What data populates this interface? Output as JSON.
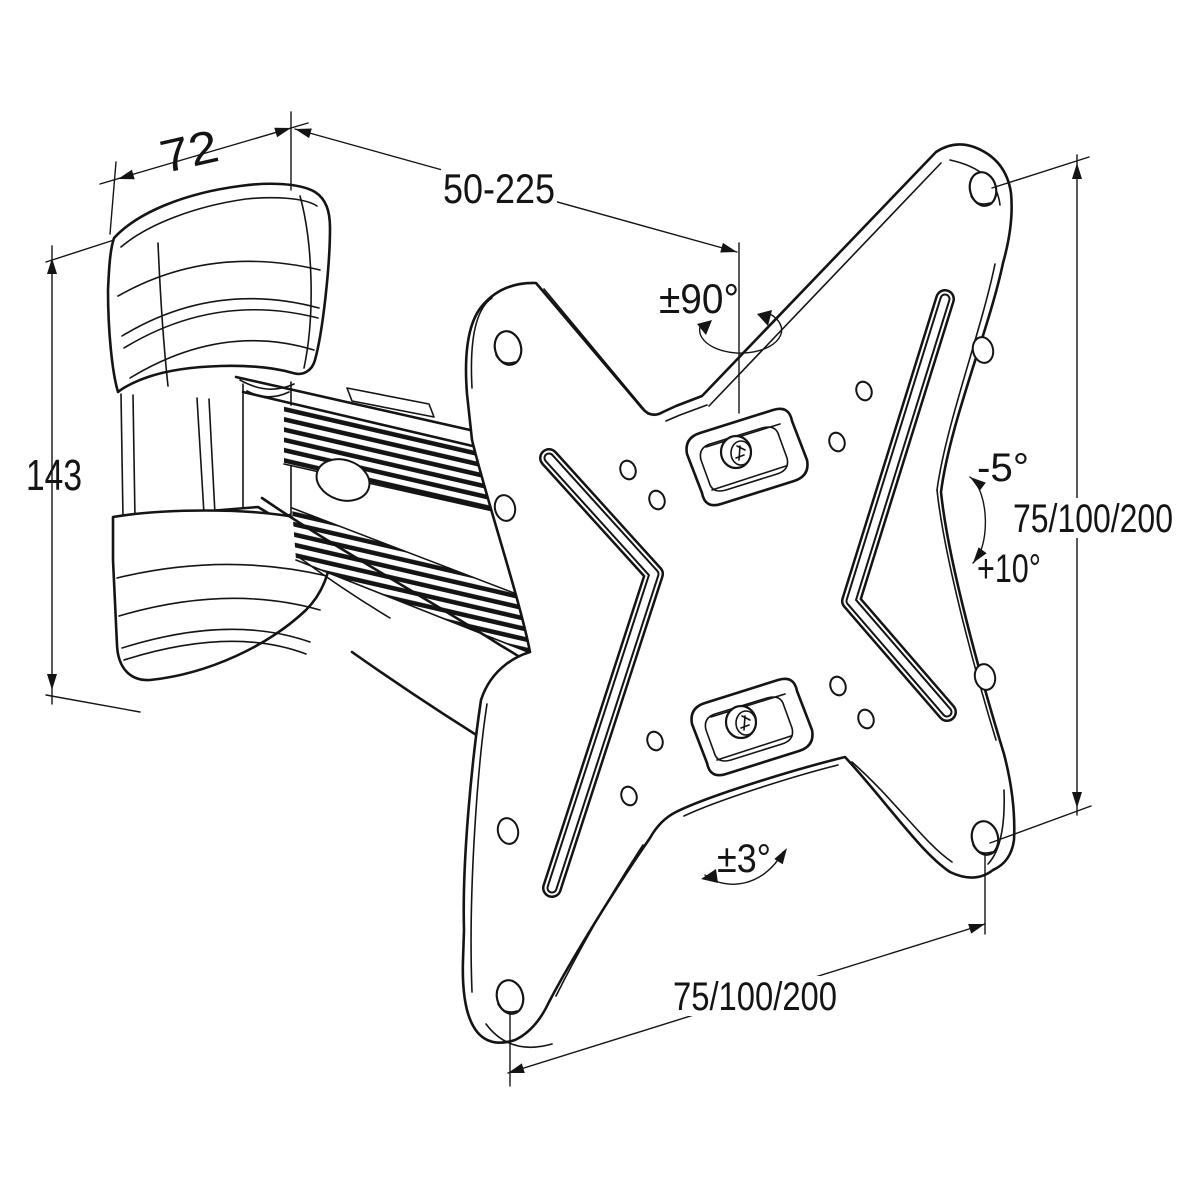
{
  "drawing": {
    "type": "technical-line-drawing",
    "subject": "articulating TV wall mount with VESA plate",
    "background_color": "#ffffff",
    "line_color": "#141414"
  },
  "annotations": {
    "wall_bracket_depth": "72",
    "extension_range": "50-225",
    "wall_bracket_height": "143",
    "swivel_angle": "±90°",
    "tilt_up_angle": "-5°",
    "tilt_down_angle": "+10°",
    "vesa_pattern_vertical": "75/100/200",
    "level_adjust_angle": "±3°",
    "vesa_pattern_horizontal": "75/100/200"
  }
}
